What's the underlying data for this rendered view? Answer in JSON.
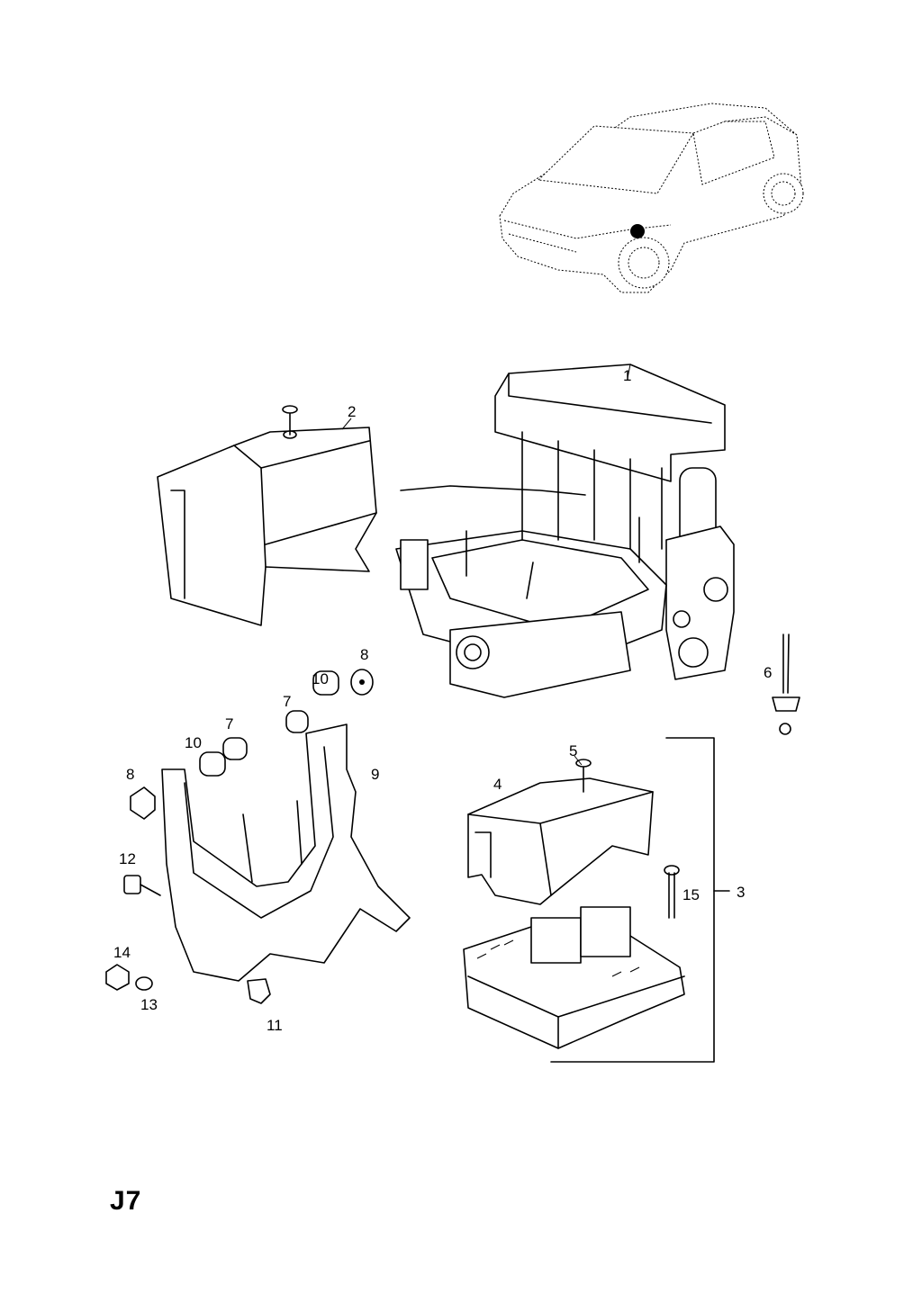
{
  "page_code": "J7",
  "callouts": [
    {
      "id": "1",
      "label": "1"
    },
    {
      "id": "2",
      "label": "2"
    },
    {
      "id": "3",
      "label": "3"
    },
    {
      "id": "4",
      "label": "4"
    },
    {
      "id": "5",
      "label": "5"
    },
    {
      "id": "6",
      "label": "6"
    },
    {
      "id": "7a",
      "label": "7"
    },
    {
      "id": "7b",
      "label": "7"
    },
    {
      "id": "8a",
      "label": "8"
    },
    {
      "id": "8b",
      "label": "8"
    },
    {
      "id": "9",
      "label": "9"
    },
    {
      "id": "10a",
      "label": "10"
    },
    {
      "id": "10b",
      "label": "10"
    },
    {
      "id": "11",
      "label": "11"
    },
    {
      "id": "12",
      "label": "12"
    },
    {
      "id": "13",
      "label": "13"
    },
    {
      "id": "14",
      "label": "14"
    },
    {
      "id": "15",
      "label": "15"
    }
  ]
}
